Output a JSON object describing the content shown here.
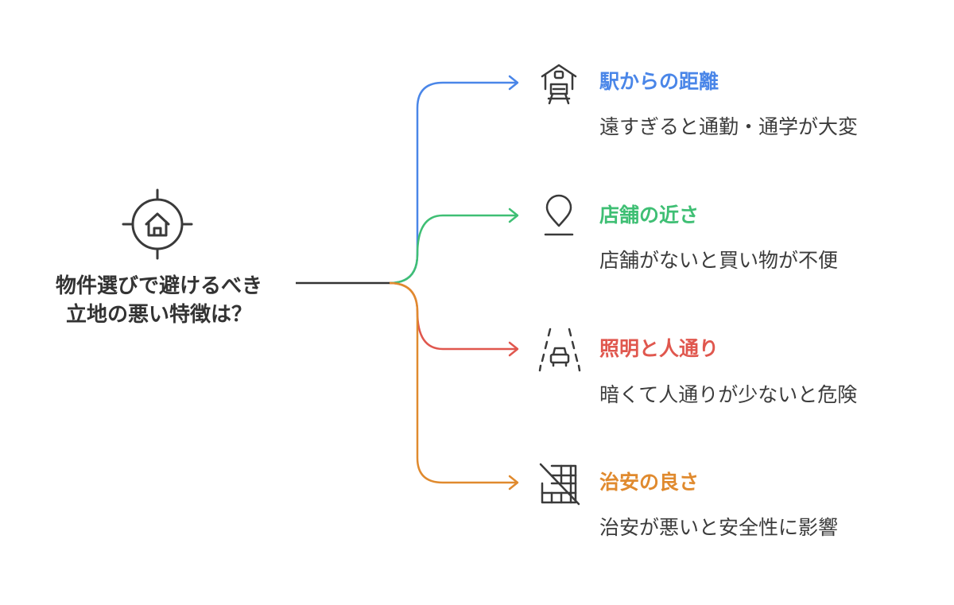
{
  "root": {
    "icon": "target-house-icon",
    "title_line1": "物件選びで避けるべき",
    "title_line2": "立地の悪い特徴は？"
  },
  "branches": [
    {
      "title": "駅からの距離",
      "description": "遠すぎると通勤・通学が大変",
      "color": "#4a86e8",
      "icon": "train-station-icon"
    },
    {
      "title": "店舗の近さ",
      "description": "店舗がないと買い物が不便",
      "color": "#3fbf74",
      "icon": "map-pin-icon"
    },
    {
      "title": "照明と人通り",
      "description": "暗くて人通りが少ないと危険",
      "color": "#e0574e",
      "icon": "road-car-icon"
    },
    {
      "title": "治安の良さ",
      "description": "治安が悪いと安全性に影響",
      "color": "#e08a2e",
      "icon": "broken-wall-icon"
    }
  ],
  "colors": {
    "root_line": "#333333",
    "icon_stroke": "#3a3a3a",
    "text": "#3c3c3c"
  }
}
